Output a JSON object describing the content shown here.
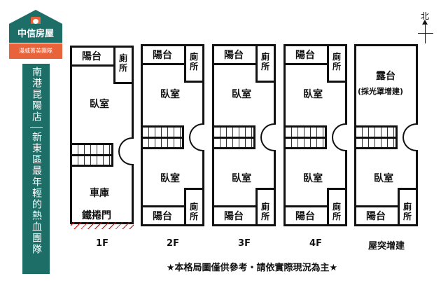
{
  "logo": {
    "brand": "中信房屋",
    "team": "漫威菁英團隊"
  },
  "sidebar": {
    "store": "南港昆陽店",
    "slogan": "新東區最年輕的熱血團隊"
  },
  "compass": {
    "north": "北"
  },
  "rooms": {
    "balcony": "陽台",
    "bath": "廁所",
    "bedroom": "臥室",
    "garage": "車庫",
    "rolling_door": "鐵捲門",
    "terrace": "露台",
    "skylight": "(採光罩增建)"
  },
  "floors": [
    {
      "label": "1F"
    },
    {
      "label": "2F"
    },
    {
      "label": "3F"
    },
    {
      "label": "4F"
    },
    {
      "label": "屋突增建"
    }
  ],
  "footer": "★本格局圖僅供參考・請依實際現況為主★"
}
